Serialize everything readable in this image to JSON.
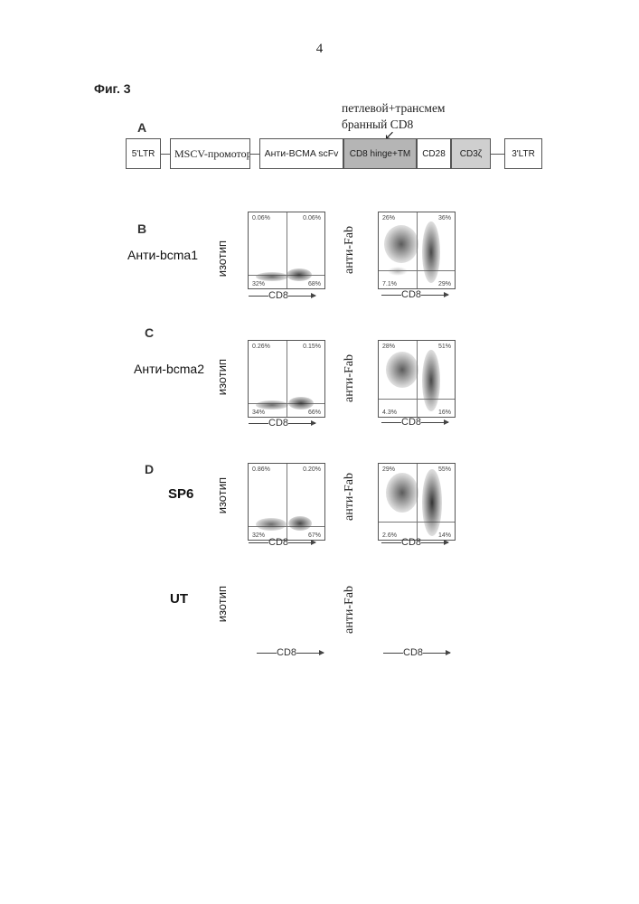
{
  "page_number": "4",
  "figure_title": "Фиг. 3",
  "panels": {
    "a": "A",
    "b": "B",
    "c": "C",
    "d": "D"
  },
  "construct": {
    "annotation_line1": "петлевой+трансмем",
    "annotation_line2": "бранный CD8",
    "arrow": "↙",
    "segments": [
      "5'LTR",
      "MSCV-промотор",
      "Анти-BCMA scFv",
      "CD8 hinge+TM",
      "CD28",
      "CD3ζ",
      "3'LTR"
    ]
  },
  "rows": [
    {
      "label": "Анти-bcma1",
      "iso_label": "изотип",
      "fab_label": "анти-Fab",
      "axis": "CD8",
      "iso": {
        "tl": "0.06%",
        "tr": "0.06%",
        "bl": "32%",
        "br": "68%"
      },
      "fab": {
        "tl": "26%",
        "tr": "36%",
        "bl": "7.1%",
        "br": "29%"
      }
    },
    {
      "label": "Анти-bcma2",
      "iso_label": "изотип",
      "fab_label": "анти-Fab",
      "axis": "CD8",
      "iso": {
        "tl": "0.26%",
        "tr": "0.15%",
        "bl": "34%",
        "br": "66%"
      },
      "fab": {
        "tl": "28%",
        "tr": "51%",
        "bl": "4.3%",
        "br": "16%"
      }
    },
    {
      "label": "SP6",
      "iso_label": "изотип",
      "fab_label": "анти-Fab",
      "axis": "CD8",
      "iso": {
        "tl": "0.86%",
        "tr": "0.20%",
        "bl": "32%",
        "br": "67%"
      },
      "fab": {
        "tl": "29%",
        "tr": "55%",
        "bl": "2.6%",
        "br": "14%"
      }
    },
    {
      "label": "UT",
      "iso_label": "изотип",
      "fab_label": "анти-Fab",
      "axis": "CD8"
    }
  ]
}
